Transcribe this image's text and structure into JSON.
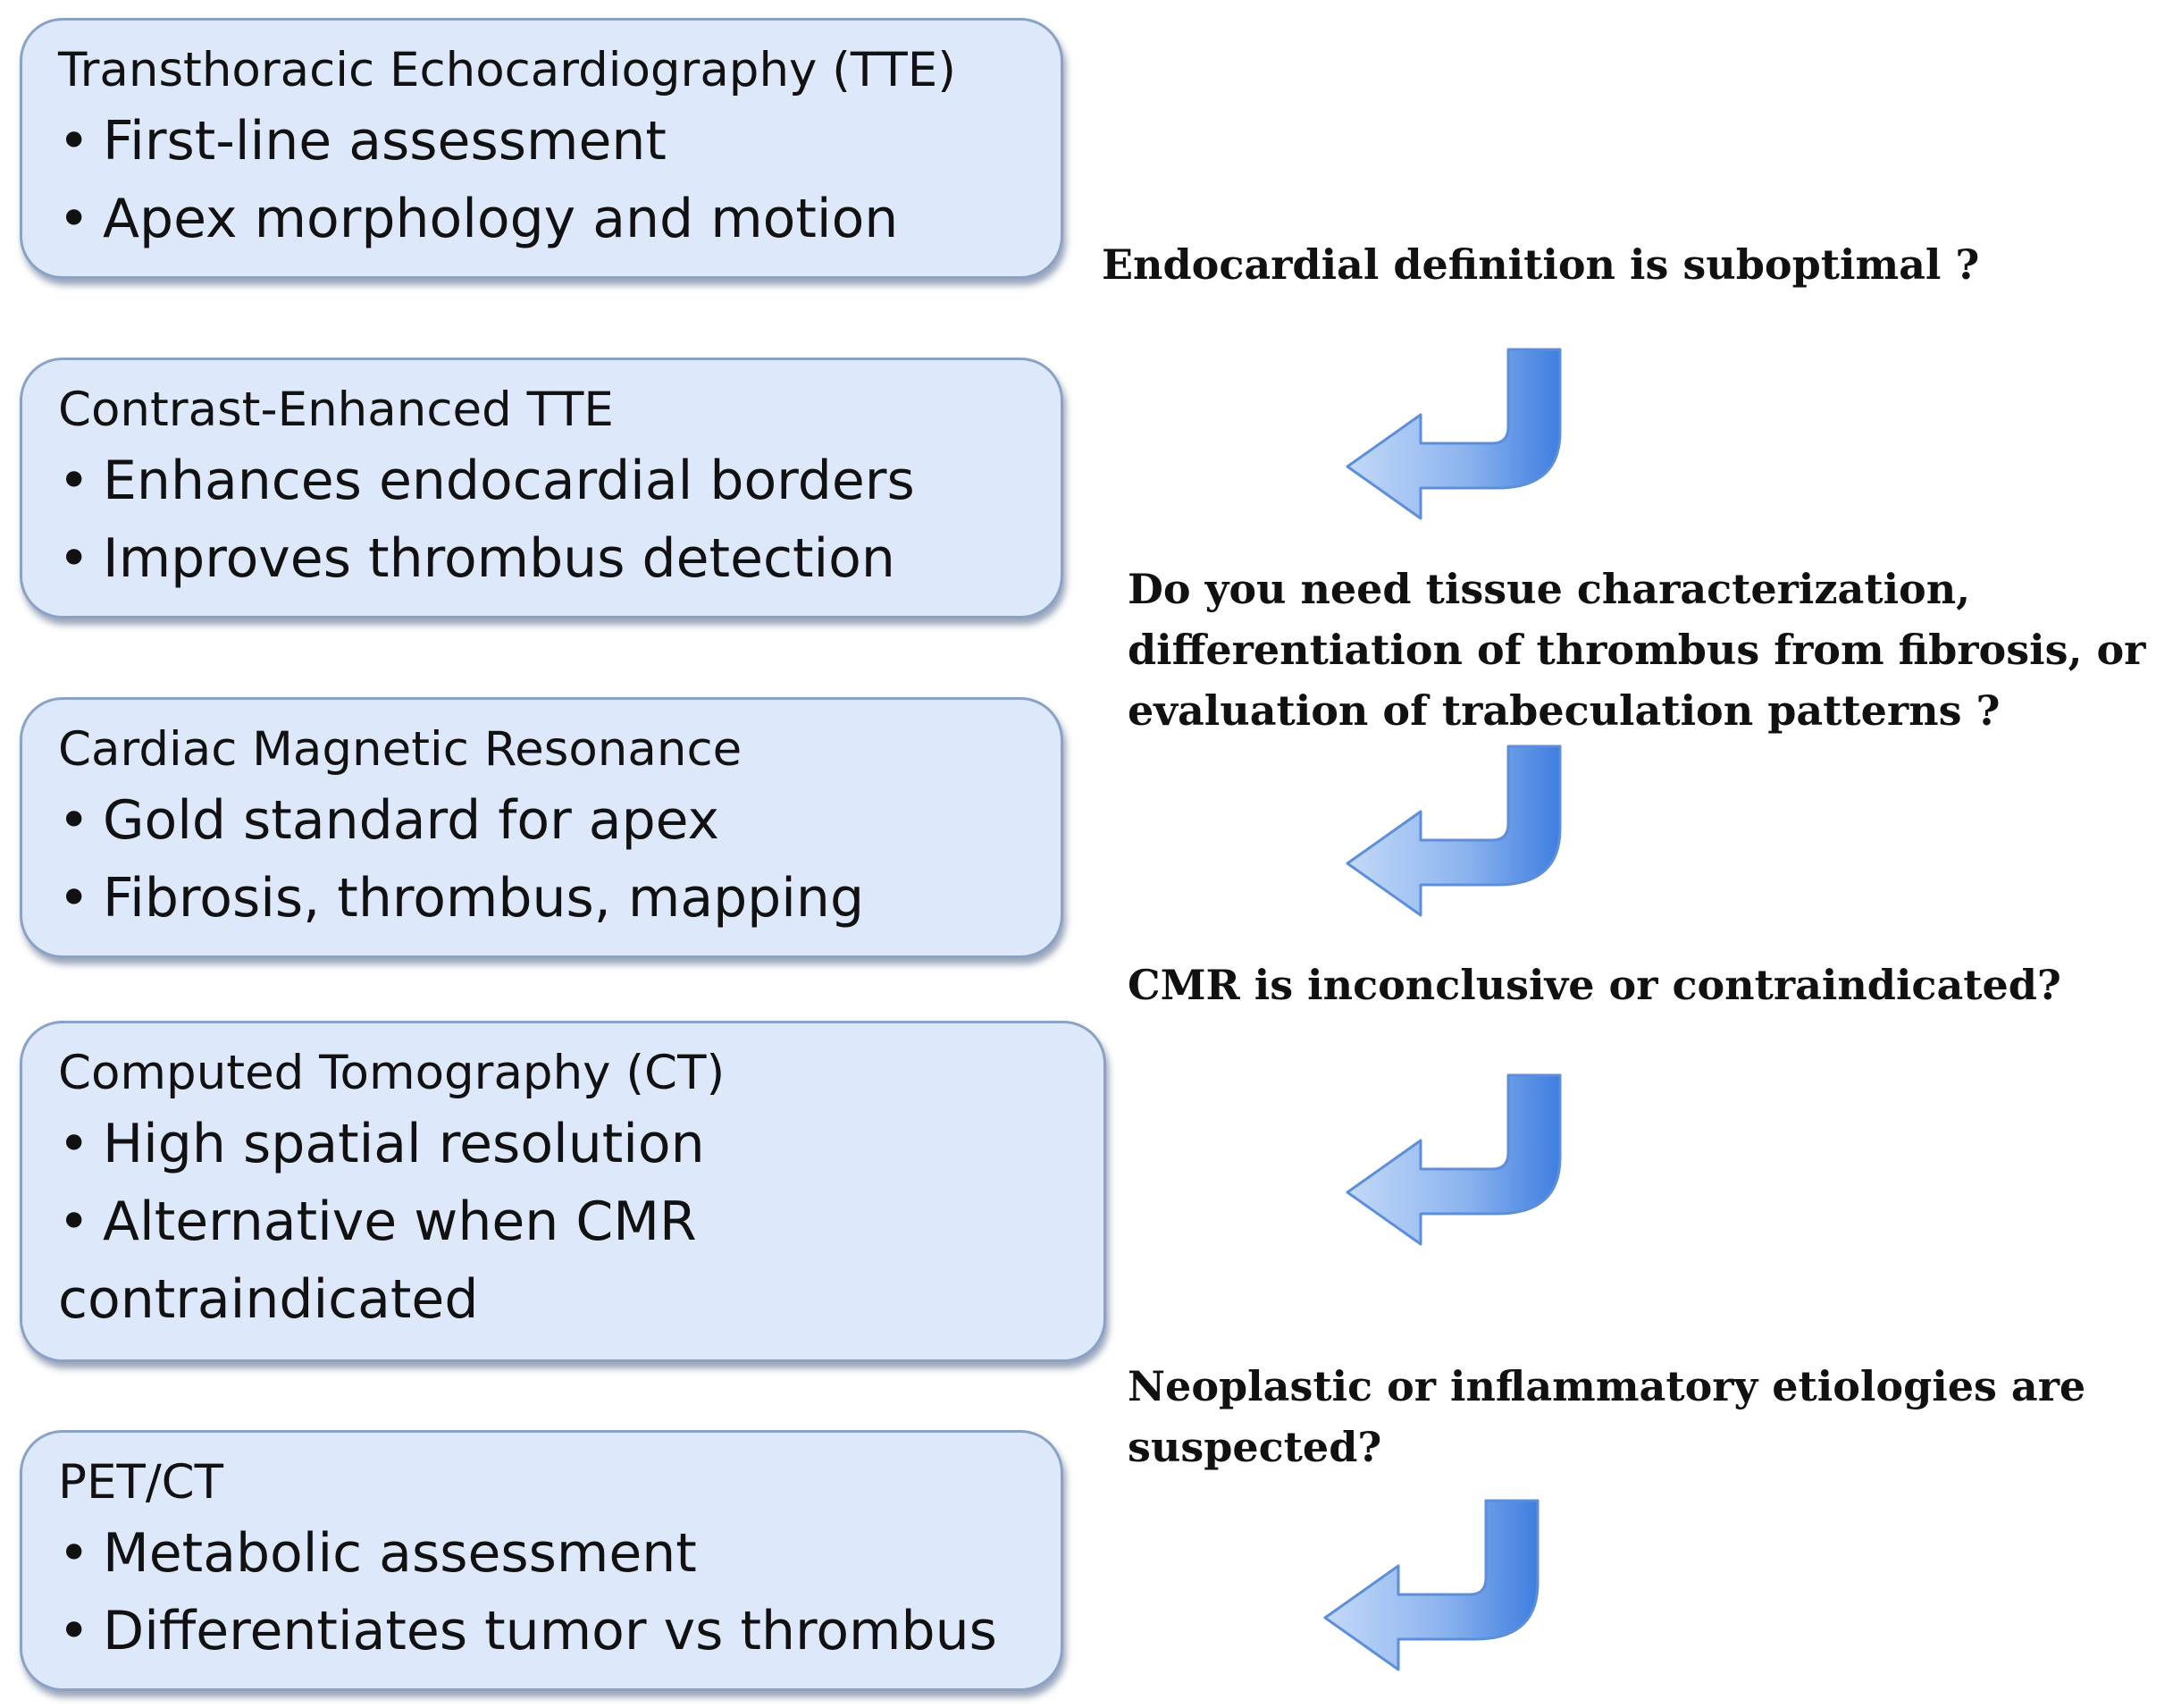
{
  "boxes": [
    {
      "title": "Transthoracic Echocardiography (TTE)",
      "items": [
        "First-line assessment",
        "Apex morphology and motion"
      ]
    },
    {
      "title": "Contrast-Enhanced TTE",
      "items": [
        "Enhances endocardial borders",
        "Improves thrombus detection"
      ]
    },
    {
      "title": "Cardiac Magnetic Resonance",
      "items": [
        "Gold standard for apex",
        "Fibrosis, thrombus, mapping"
      ]
    },
    {
      "title": "Computed Tomography (CT)",
      "items": [
        "High spatial resolution",
        "Alternative when CMR"
      ],
      "continuation": "contraindicated"
    },
    {
      "title": "PET/CT",
      "items": [
        "Metabolic assessment",
        "Differentiates tumor vs thrombus"
      ]
    }
  ],
  "questions": [
    {
      "lines": [
        "Endocardial definition is suboptimal ?"
      ]
    },
    {
      "lines": [
        "Do you need tissue characterization,",
        "differentiation of thrombus from fibrosis, or",
        "evaluation of trabeculation patterns ?"
      ]
    },
    {
      "lines": [
        "CMR is inconclusive or contraindicated?"
      ]
    },
    {
      "lines": [
        "Neoplastic or inflammatory etiologies are",
        "suspected?"
      ]
    }
  ],
  "colors": {
    "box_fill": "#dde9fb",
    "box_border": "#8aa2c5",
    "arrow_light": "#b9d2f6",
    "arrow_dark": "#3f7ee0"
  }
}
